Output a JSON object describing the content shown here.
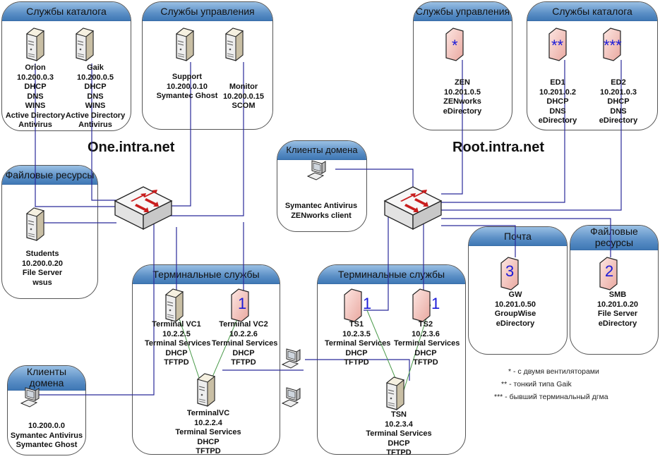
{
  "domains": {
    "left": "One.intra.net",
    "right": "Root.intra.net"
  },
  "groups": {
    "catalog_left": {
      "title": "Службы каталога"
    },
    "mgmt_left": {
      "title": "Службы управления"
    },
    "files_left": {
      "title": "Файловые ресурсы"
    },
    "term_left": {
      "title": "Терминальные службы"
    },
    "clients_left": {
      "title": "Клиенты домена"
    },
    "clients_mid": {
      "title": "Клиенты  домена"
    },
    "mgmt_right": {
      "title": "Службы управления"
    },
    "catalog_right": {
      "title": "Службы каталога"
    },
    "mail_right": {
      "title": "Почта"
    },
    "files_right": {
      "title": "Файловые ресурсы"
    },
    "term_right": {
      "title": "Терминальные службы"
    }
  },
  "nodes": {
    "orion": [
      "Orion",
      "10.200.0.3",
      "DHCP",
      "DNS",
      "WINS",
      "Active Directory",
      "Antivirus"
    ],
    "gaik": [
      "Gaik",
      "10.200.0.5",
      "DHCP",
      "DNS",
      "WINS",
      "Active Directory",
      "Antivirus"
    ],
    "support": [
      "Support",
      "10.200.0.10",
      "Symantec Ghost"
    ],
    "monitor": [
      "Monitor",
      "10.200.0.15",
      "SCOM"
    ],
    "students": [
      "Students",
      "10.200.0.20",
      "File Server",
      "wsus"
    ],
    "client_left": [
      "10.200.0.0",
      "Symantec Antivirus",
      "Symantec Ghost"
    ],
    "vc1": [
      "Terminal VC1",
      "10.2.2.5",
      "Terminal Services",
      "DHCP",
      "TFTPD"
    ],
    "vc2": [
      "Terminal VC2",
      "10.2.2.6",
      "Terminal Services",
      "DHCP",
      "TFTPD"
    ],
    "terminalvc": [
      "TerminalVC",
      "10.2.2.4",
      "Terminal Services",
      "DHCP",
      "TFTPD"
    ],
    "client_mid": [
      "Symantec Antivirus",
      "ZENworks client"
    ],
    "zen": [
      "ZEN",
      "10.201.0.5",
      "ZENworks",
      "eDirectory"
    ],
    "ed1": [
      "ED1",
      "10.201.0.2",
      "DHCP",
      "DNS",
      "eDirectory"
    ],
    "ed2": [
      "ED2",
      "10.201.0.3",
      "DHCP",
      "DNS",
      "eDirectory"
    ],
    "gw": [
      "GW",
      "10.201.0.50",
      "GroupWise",
      "eDirectory"
    ],
    "smb": [
      "SMB",
      "10.201.0.20",
      "File Server",
      "eDirectory"
    ],
    "ts1": [
      "TS1",
      "10.2.3.5",
      "Terminal Services",
      "DHCP",
      "TFTPD"
    ],
    "ts2": [
      "TS2",
      "10.2.3.6",
      "Terminal Services",
      "DHCP",
      "TFTPD"
    ],
    "tsn": [
      "TSN",
      "10.2.3.4",
      "Terminal Services",
      "DHCP",
      "TFTPD"
    ]
  },
  "badges": {
    "zen": "*",
    "ed1": "**",
    "ed2": "***",
    "gw": "3",
    "smb": "2",
    "vc2": "1",
    "ts1": "1",
    "ts2": "1"
  },
  "legend": [
    "* - с двумя вентиляторами",
    "** - тонкий типа Gaik",
    "*** - бывший терминальный дгма"
  ],
  "colors": {
    "wire": "#2a2a9a",
    "thin_wire": "#4a9a4a",
    "header_blue": "#5b8fc6",
    "badge_blue": "#1a1ad8",
    "switch_arrow": "#c81e1e"
  }
}
